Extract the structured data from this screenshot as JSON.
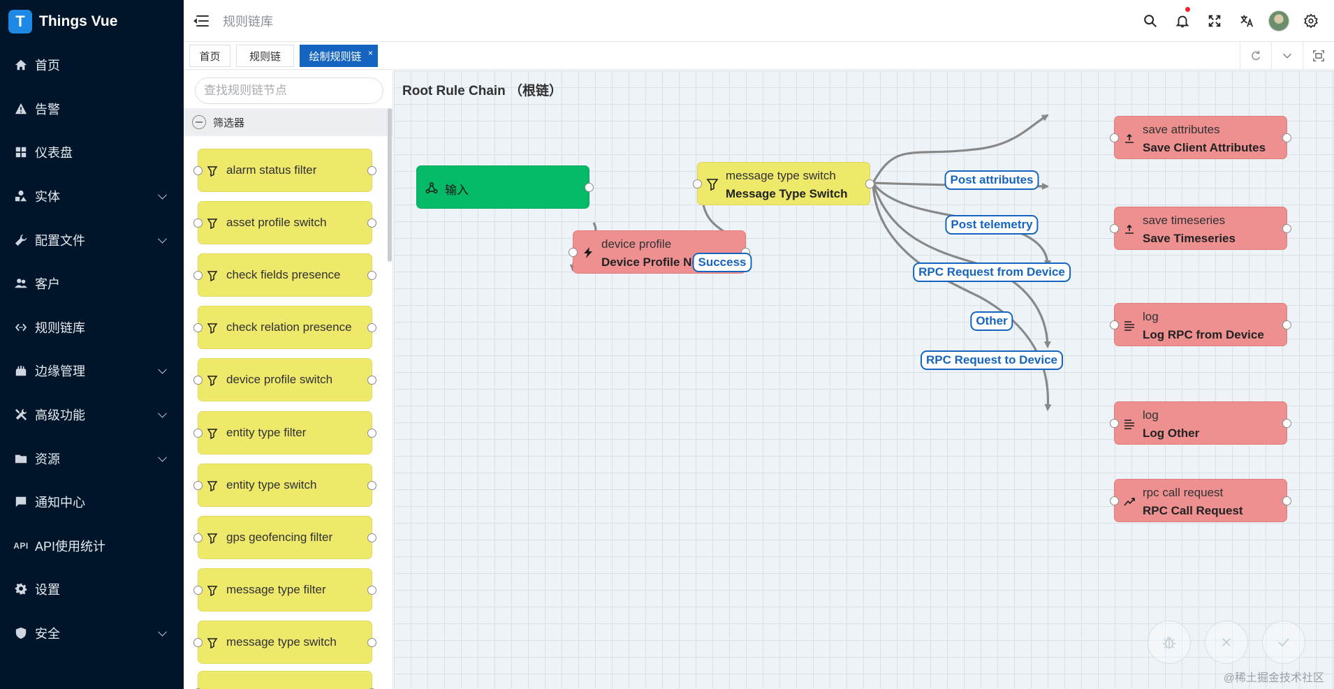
{
  "app": {
    "title": "Things Vue",
    "logo_letter": "T"
  },
  "sidebar": {
    "items": [
      {
        "label": "首页",
        "icon": "home-icon",
        "has_arrow": false
      },
      {
        "label": "告警",
        "icon": "warning-icon",
        "has_arrow": false
      },
      {
        "label": "仪表盘",
        "icon": "dashboard-icon",
        "has_arrow": false
      },
      {
        "label": "实体",
        "icon": "entity-icon",
        "has_arrow": true
      },
      {
        "label": "配置文件",
        "icon": "wrench-icon",
        "has_arrow": true
      },
      {
        "label": "客户",
        "icon": "users-icon",
        "has_arrow": false
      },
      {
        "label": "规则链库",
        "icon": "code-icon",
        "has_arrow": false
      },
      {
        "label": "边缘管理",
        "icon": "edge-icon",
        "has_arrow": true
      },
      {
        "label": "高级功能",
        "icon": "tools-icon",
        "has_arrow": true
      },
      {
        "label": "资源",
        "icon": "folder-icon",
        "has_arrow": true
      },
      {
        "label": "通知中心",
        "icon": "message-icon",
        "has_arrow": false
      },
      {
        "label": "API使用统计",
        "icon": "api-icon",
        "has_arrow": false
      },
      {
        "label": "设置",
        "icon": "gear-icon",
        "has_arrow": false
      },
      {
        "label": "安全",
        "icon": "shield-icon",
        "has_arrow": true
      }
    ]
  },
  "header": {
    "breadcrumb": "规则链库",
    "tools": [
      "search-icon",
      "bell-icon",
      "fullscreen-icon",
      "translate-icon",
      "avatar",
      "gear-icon"
    ],
    "notification_dot_color": "#f5222d"
  },
  "tabs": [
    {
      "label": "首页",
      "active": false,
      "closable": false
    },
    {
      "label": "规则链",
      "active": false,
      "closable": false
    },
    {
      "label": "绘制规则链",
      "active": true,
      "closable": true,
      "close": "×"
    }
  ],
  "palette": {
    "search_placeholder": "查找规则链节点",
    "group_label": "筛选器",
    "nodes": [
      "alarm status filter",
      "asset profile switch",
      "check fields presence",
      "check relation presence",
      "device profile switch",
      "entity type filter",
      "entity type switch",
      "gps geofencing filter",
      "message type filter",
      "message type switch"
    ]
  },
  "canvas": {
    "title": "Root Rule Chain （根链）",
    "nodes": {
      "input": {
        "label": "输入",
        "color": "#05ba66"
      },
      "device_profile": {
        "type": "device profile",
        "name": "Device Profile Node",
        "color": "#ee9090"
      },
      "message_type_switch": {
        "type": "message type switch",
        "name": "Message Type Switch",
        "color": "#eee96a"
      },
      "save_attributes": {
        "type": "save attributes",
        "name": "Save Client Attributes"
      },
      "save_timeseries": {
        "type": "save timeseries",
        "name": "Save Timeseries"
      },
      "log_rpc": {
        "type": "log",
        "name": "Log RPC from Device"
      },
      "log_other": {
        "type": "log",
        "name": "Log Other"
      },
      "rpc_call": {
        "type": "rpc call request",
        "name": "RPC Call Request"
      }
    },
    "edge_labels": {
      "success": "Success",
      "post_attributes": "Post attributes",
      "post_telemetry": "Post telemetry",
      "rpc_from_device": "RPC Request from Device",
      "other": "Other",
      "rpc_to_device": "RPC Request to Device"
    },
    "edge_color": "#888888",
    "label_color": "#1565c0"
  },
  "actions": [
    "debug-icon",
    "close-icon",
    "check-icon"
  ],
  "watermark": "@稀土掘金技术社区"
}
